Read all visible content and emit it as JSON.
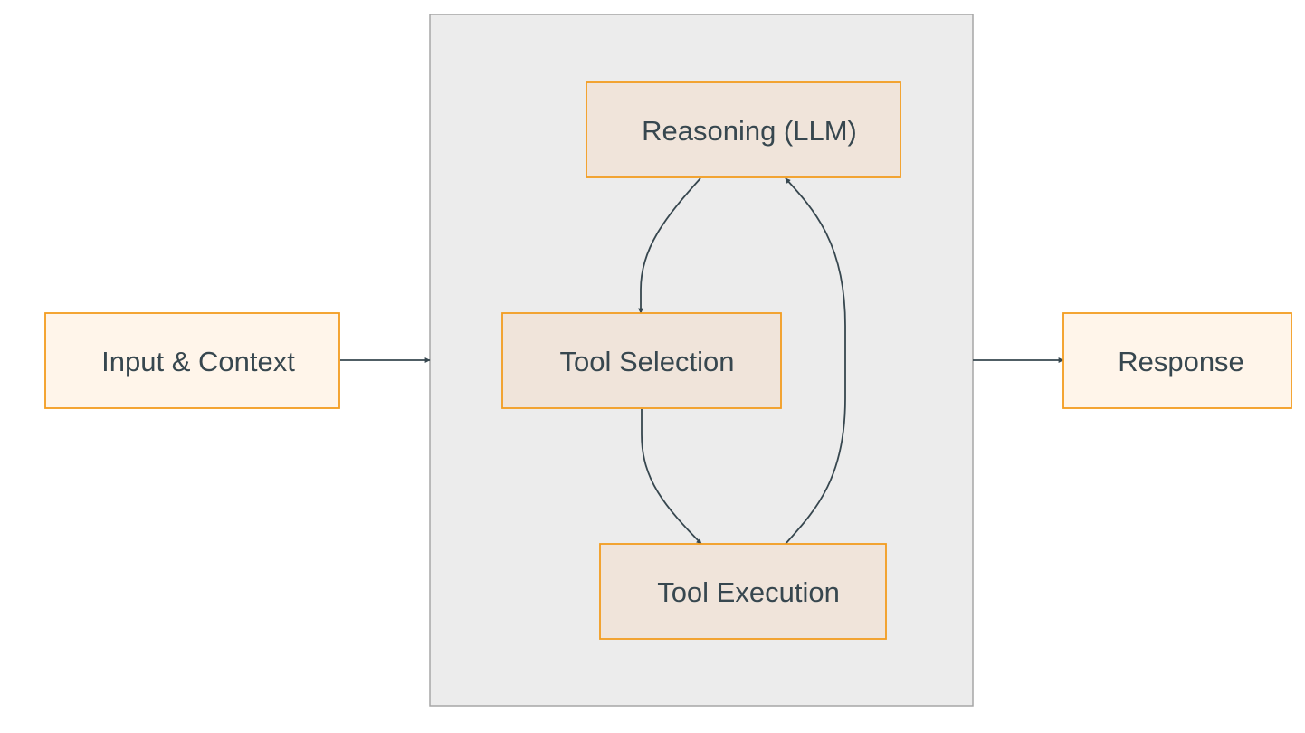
{
  "diagram": {
    "nodes": {
      "input": {
        "label": "Input & Context"
      },
      "reasoning": {
        "label": "Reasoning (LLM)"
      },
      "tool_selection": {
        "label": "Tool Selection"
      },
      "tool_execution": {
        "label": "Tool Execution"
      },
      "response": {
        "label": "Response"
      }
    },
    "edges": [
      {
        "from": "input",
        "to": "agent-loop-group"
      },
      {
        "from": "reasoning",
        "to": "tool_selection"
      },
      {
        "from": "tool_selection",
        "to": "tool_execution"
      },
      {
        "from": "tool_execution",
        "to": "reasoning"
      },
      {
        "from": "agent-loop-group",
        "to": "response"
      }
    ],
    "colors": {
      "outer_node_fill": "#fff5ea",
      "inner_node_fill": "#f0e4da",
      "node_border": "#f39c1f",
      "group_fill": "#ececec",
      "group_border": "#a6a6a6",
      "edge": "#37474f",
      "text": "#37474f"
    }
  }
}
